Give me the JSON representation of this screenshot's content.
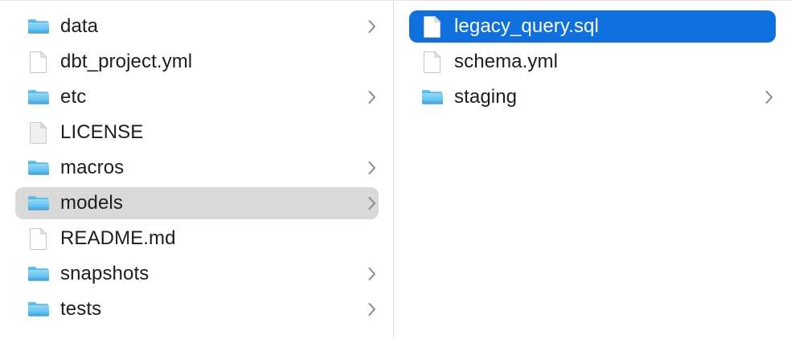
{
  "window": {
    "view": "column-view",
    "accent_selected_color": "#0f6fdc",
    "inactive_selected_color": "#d9d9d9",
    "text_color": "#1d1d1f",
    "selected_text_color": "#ffffff",
    "folder_color": "#5ac0f0",
    "divider_color": "#dcdcdc",
    "chevron_color": "#86868b"
  },
  "columns": [
    {
      "name": "parent-column",
      "items": [
        {
          "label": "data",
          "kind": "folder",
          "has_chevron": true,
          "selected": "none"
        },
        {
          "label": "dbt_project.yml",
          "kind": "document",
          "has_chevron": false,
          "selected": "none"
        },
        {
          "label": "etc",
          "kind": "folder",
          "has_chevron": true,
          "selected": "none"
        },
        {
          "label": "LICENSE",
          "kind": "document-generic",
          "has_chevron": false,
          "selected": "none"
        },
        {
          "label": "macros",
          "kind": "folder",
          "has_chevron": true,
          "selected": "none"
        },
        {
          "label": "models",
          "kind": "folder",
          "has_chevron": true,
          "selected": "gray"
        },
        {
          "label": "README.md",
          "kind": "document",
          "has_chevron": false,
          "selected": "none"
        },
        {
          "label": "snapshots",
          "kind": "folder",
          "has_chevron": true,
          "selected": "none"
        },
        {
          "label": "tests",
          "kind": "folder",
          "has_chevron": true,
          "selected": "none"
        }
      ]
    },
    {
      "name": "child-column",
      "items": [
        {
          "label": "legacy_query.sql",
          "kind": "document",
          "has_chevron": false,
          "selected": "blue"
        },
        {
          "label": "schema.yml",
          "kind": "document",
          "has_chevron": false,
          "selected": "none"
        },
        {
          "label": "staging",
          "kind": "folder",
          "has_chevron": true,
          "selected": "none"
        }
      ]
    }
  ],
  "icons": {
    "folder": "folder-icon",
    "document": "document-icon",
    "document-generic": "generic-document-icon",
    "chevron": "chevron-right-icon"
  }
}
